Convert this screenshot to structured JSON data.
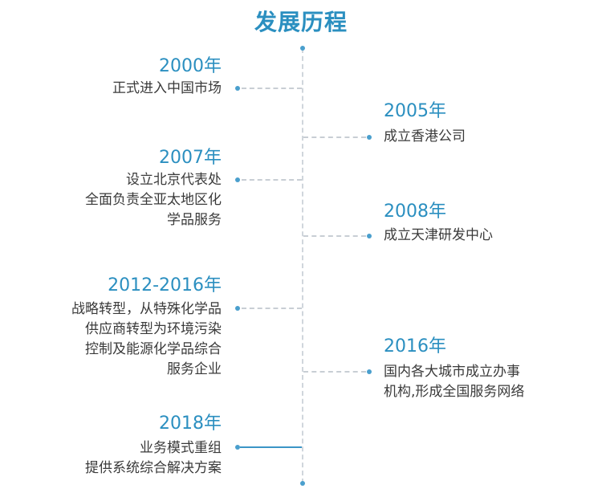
{
  "title": "发展历程",
  "events": [
    {
      "year": "2000年",
      "lines": [
        "正式进入中国市场"
      ]
    },
    {
      "year": "2005年",
      "lines": [
        "成立香港公司"
      ]
    },
    {
      "year": "2007年",
      "lines": [
        "设立北京代表处",
        "全面负责全亚太地区化",
        "学品服务"
      ]
    },
    {
      "year": "2008年",
      "lines": [
        "成立天津研发中心"
      ]
    },
    {
      "year": "2012-2016年",
      "lines": [
        "战略转型，从特殊化学品",
        "供应商转型为环境污染",
        "控制及能源化学品综合",
        "服务企业"
      ]
    },
    {
      "year": "2016年",
      "lines": [
        "国内各大城市成立办事",
        "机构,形成全国服务网络"
      ]
    },
    {
      "year": "2018年",
      "lines": [
        "业务模式重组",
        "提供系统综合解决方案"
      ]
    }
  ],
  "colors": {
    "accent": "#2b8fc0",
    "text": "#3a3a3a",
    "line": "#d0d6dc"
  }
}
